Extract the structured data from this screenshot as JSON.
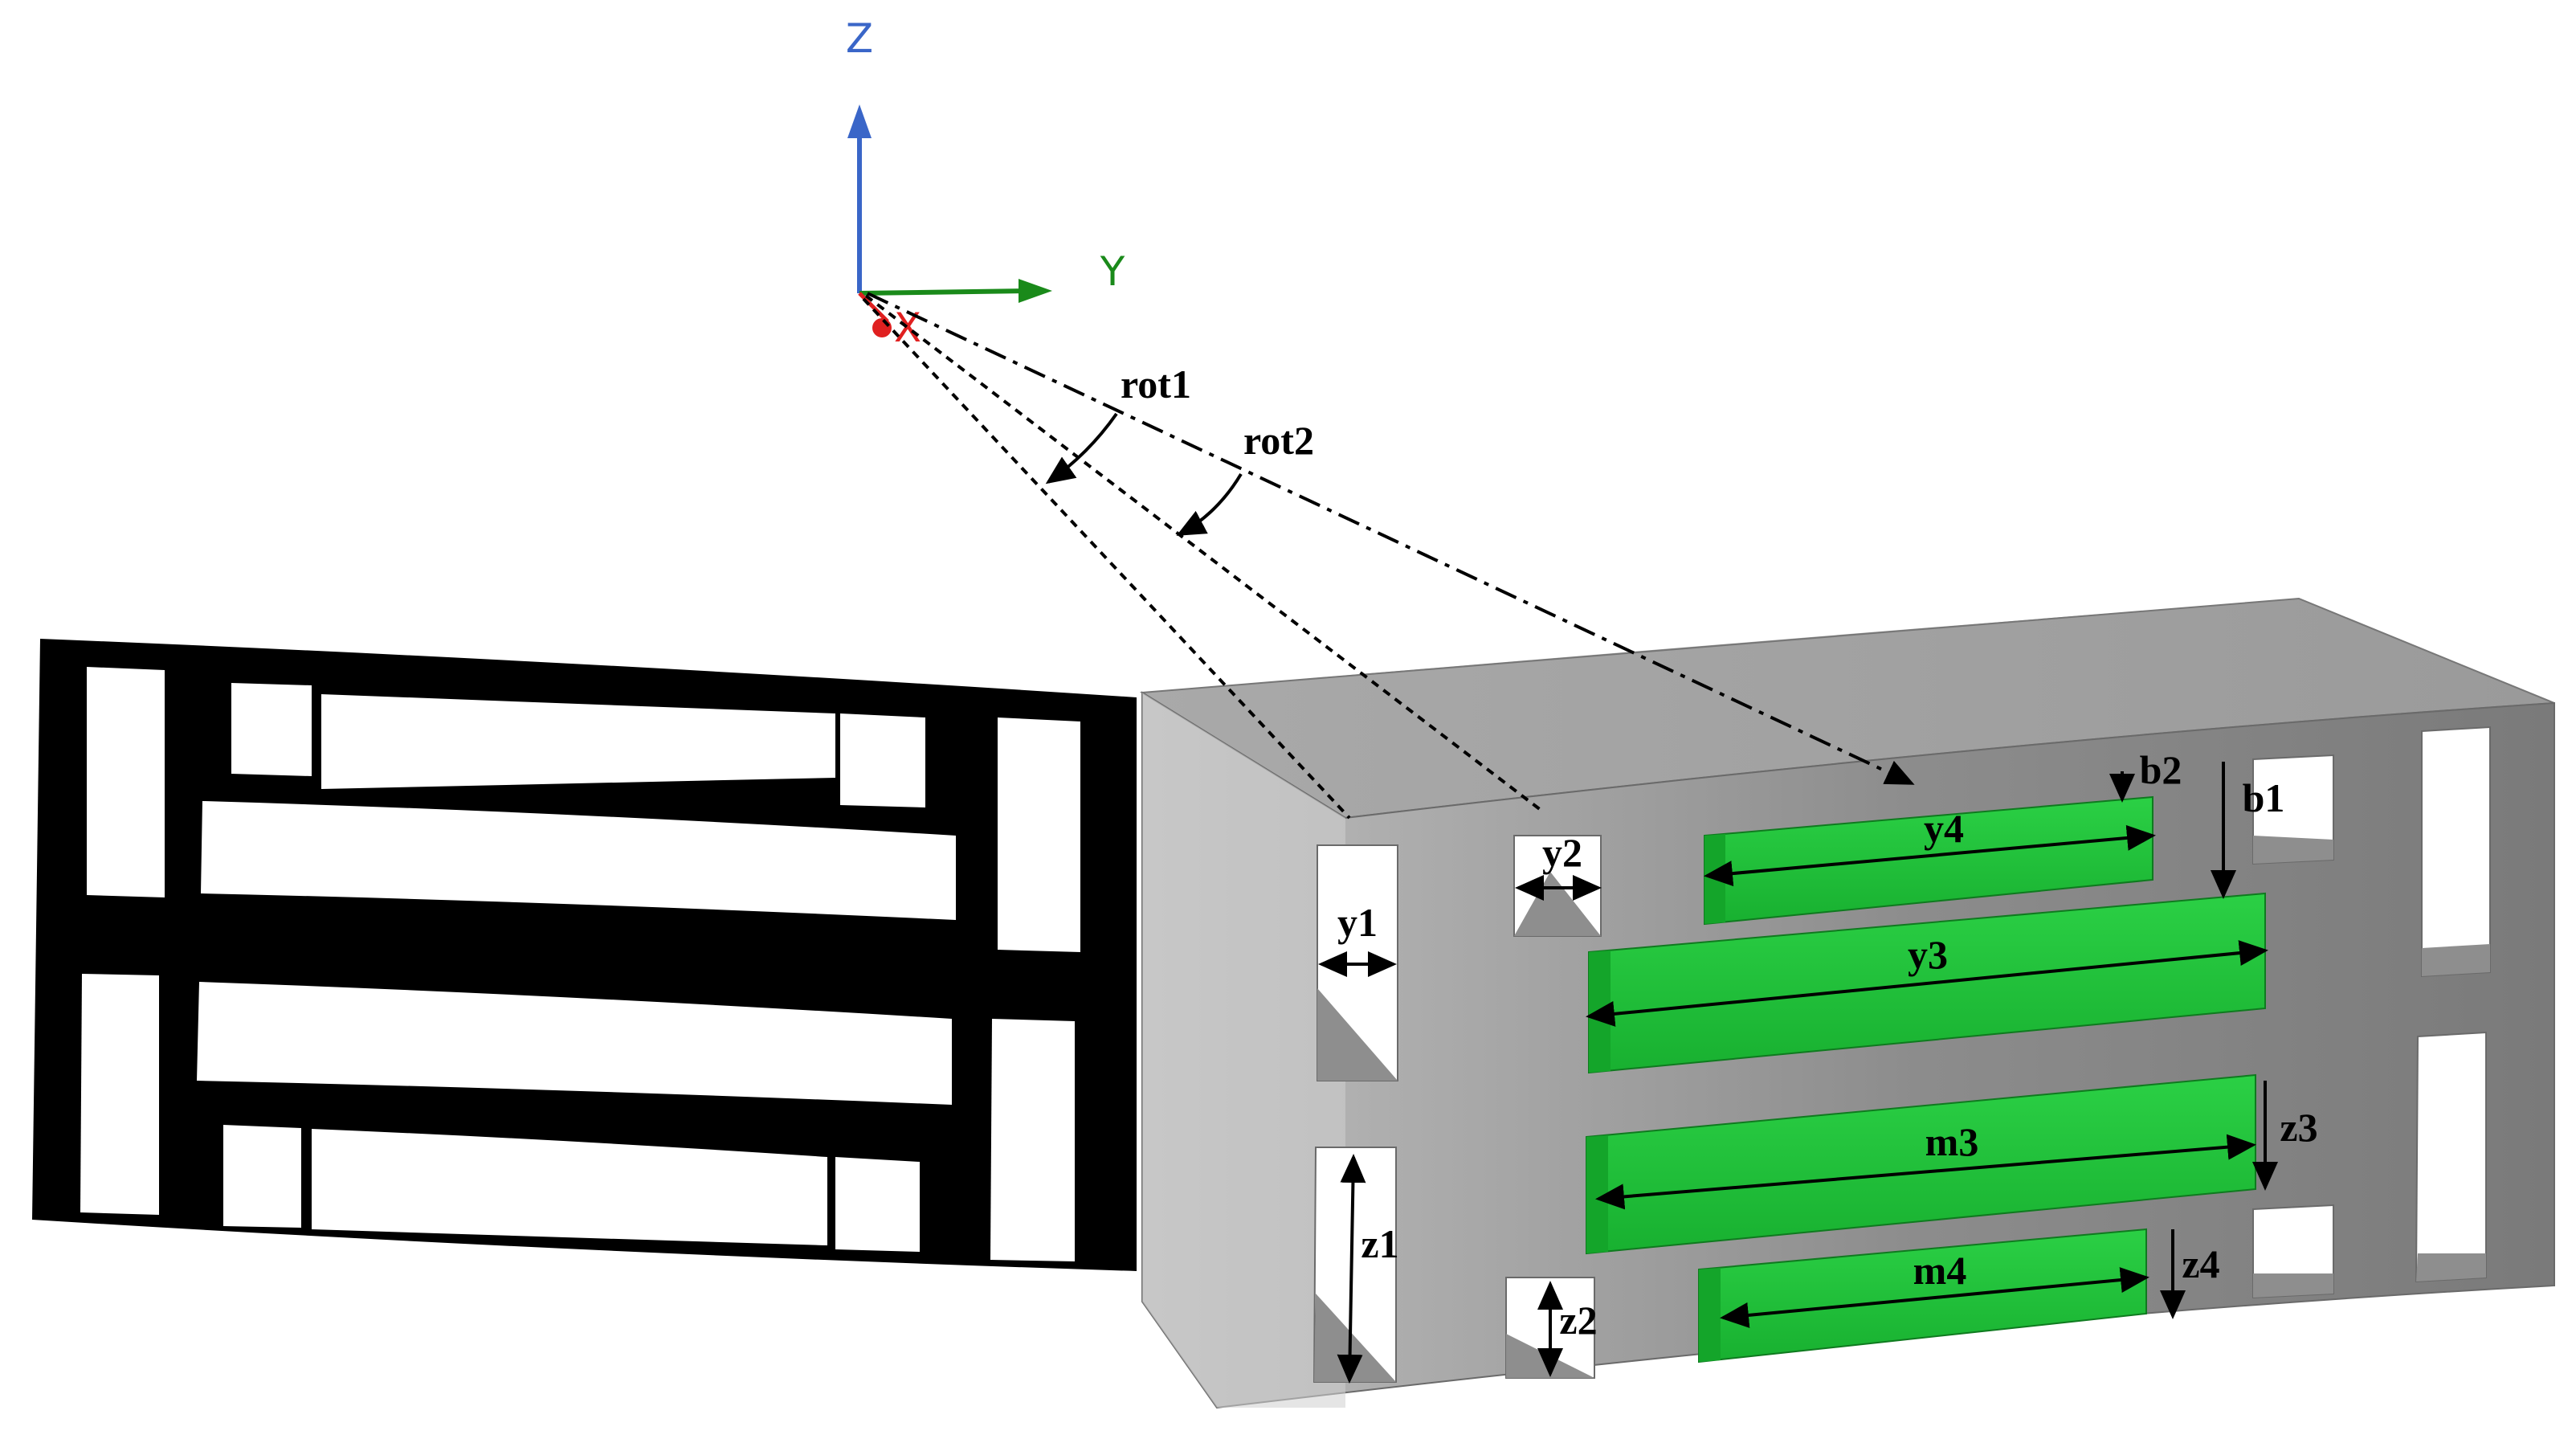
{
  "axes": {
    "z": {
      "label": "Z",
      "color": "#3a66c8"
    },
    "y": {
      "label": "Y",
      "color": "#1a8a1a"
    },
    "x": {
      "label": "X",
      "color": "#e02020"
    }
  },
  "angles": {
    "rot1": "rot1",
    "rot2": "rot2"
  },
  "dimensions": {
    "y1": "y1",
    "y2": "y2",
    "y3": "y3",
    "y4": "y4",
    "z1": "z1",
    "z2": "z2",
    "z3": "z3",
    "z4": "z4",
    "m3": "m3",
    "m4": "m4",
    "b1": "b1",
    "b2": "b2"
  },
  "colors": {
    "pattern_fill": "#000000",
    "block_front": "#9a9a9a",
    "block_top": "#a8a8a8",
    "magnet_green": "#22c23a",
    "magnet_dark": "#128a22"
  }
}
